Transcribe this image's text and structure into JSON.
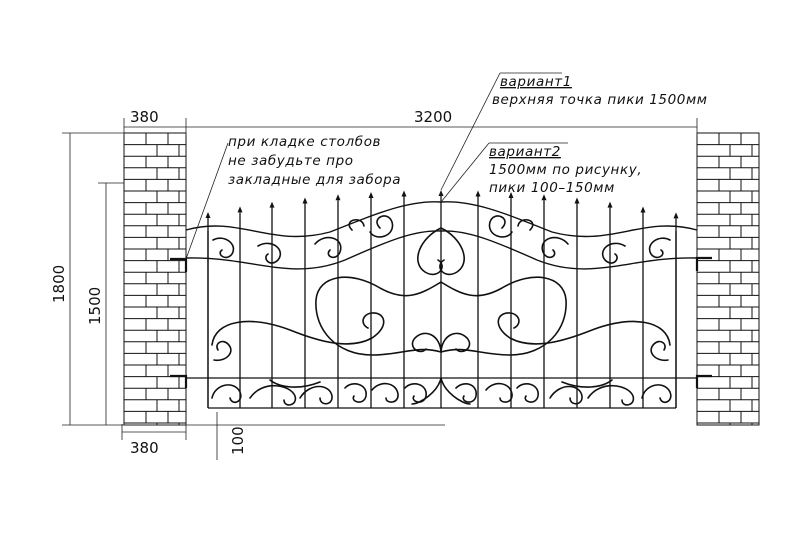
{
  "dimensions": {
    "post_width_top": "380",
    "post_width_bottom": "380",
    "span_width": "3200",
    "total_height": "1800",
    "fence_height": "1500",
    "gap_bottom": "100"
  },
  "notes": {
    "variant1_title": "вариант1",
    "variant1_text": "верхняя точка пики 1500мм",
    "variant2_title": "вариант2",
    "variant2_line1": "1500мм по рисунку,",
    "variant2_line2": "пики 100–150мм",
    "mortgage_line1": "при кладке столбов",
    "mortgage_line2": "не забудьте про",
    "mortgage_line3": "закладные для забора"
  },
  "colors": {
    "ink": "#111111",
    "paper": "#ffffff"
  }
}
